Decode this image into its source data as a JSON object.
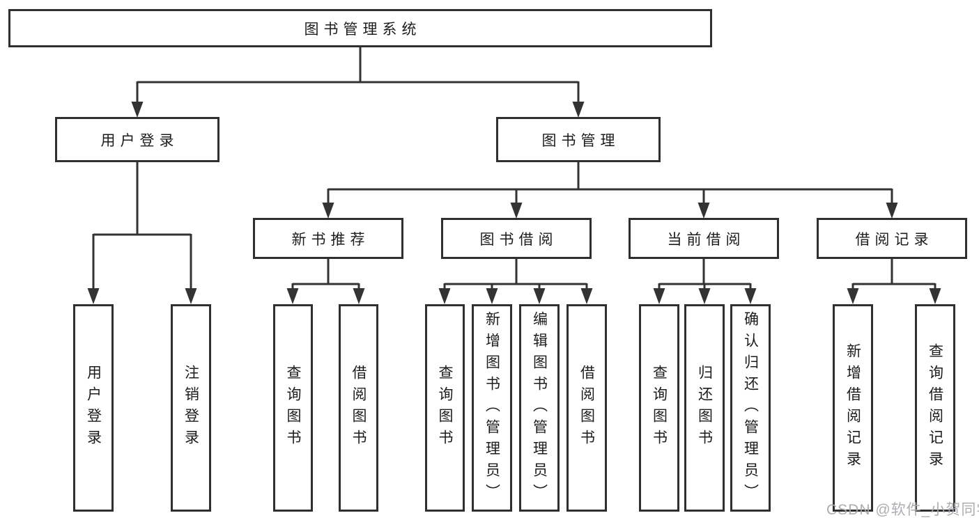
{
  "diagram": {
    "tree": {
      "label": "图书管理系统",
      "children": [
        {
          "label": "用户登录",
          "children": [
            {
              "label": "用户登录"
            },
            {
              "label": "注销登录"
            }
          ]
        },
        {
          "label": "图书管理",
          "children": [
            {
              "label": "新书推荐",
              "children": [
                {
                  "label": "查询图书"
                },
                {
                  "label": "借阅图书"
                }
              ]
            },
            {
              "label": "图书借阅",
              "children": [
                {
                  "label": "查询图书"
                },
                {
                  "label": "新增图书（管理员）"
                },
                {
                  "label": "编辑图书（管理员）"
                },
                {
                  "label": "借阅图书"
                }
              ]
            },
            {
              "label": "当前借阅",
              "children": [
                {
                  "label": "查询图书"
                },
                {
                  "label": "归还图书"
                },
                {
                  "label": "确认归还（管理员）"
                }
              ]
            },
            {
              "label": "借阅记录",
              "children": [
                {
                  "label": "新增借阅记录"
                },
                {
                  "label": "查询借阅记录"
                }
              ]
            }
          ]
        }
      ]
    },
    "line_color": "#333333",
    "border_color": "#2f2f2f"
  },
  "watermark": {
    "text": "CSDN @软件_小贺同学"
  }
}
